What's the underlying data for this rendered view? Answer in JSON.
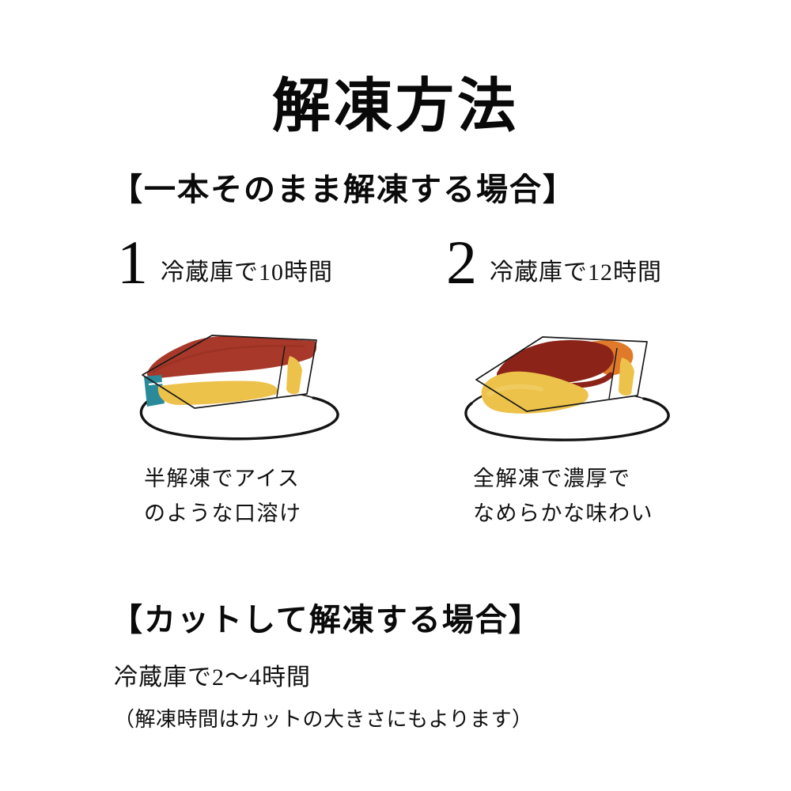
{
  "title": "解凍方法",
  "sections": {
    "whole": {
      "heading": "【一本そのまま解凍する場合】",
      "steps": [
        {
          "number": "1",
          "duration": "冷蔵庫で10時間",
          "caption": "半解凍でアイス\nのような口溶け",
          "illustration": "cake-on-plate-half-thawed"
        },
        {
          "number": "2",
          "duration": "冷蔵庫で12時間",
          "caption": "全解凍で濃厚で\nなめらかな味わい",
          "illustration": "cake-on-plate-fully-thawed"
        }
      ]
    },
    "cut": {
      "heading": "【カットして解凍する場合】",
      "time": "冷蔵庫で2〜4時間",
      "note": "（解凍時間はカットの大きさにもよります）"
    }
  },
  "colors": {
    "background": "#ffffff",
    "text": "#0d0d0d",
    "cake_top_red": "#a8382a",
    "cake_top_red_dark": "#8b2318",
    "cake_top_orange": "#e07a2a",
    "cake_body_yellow": "#edc24b",
    "cake_body_yellow_soft": "#f0cb5f",
    "cake_accent_teal": "#2a8a99",
    "outline": "#1a1a1a"
  }
}
